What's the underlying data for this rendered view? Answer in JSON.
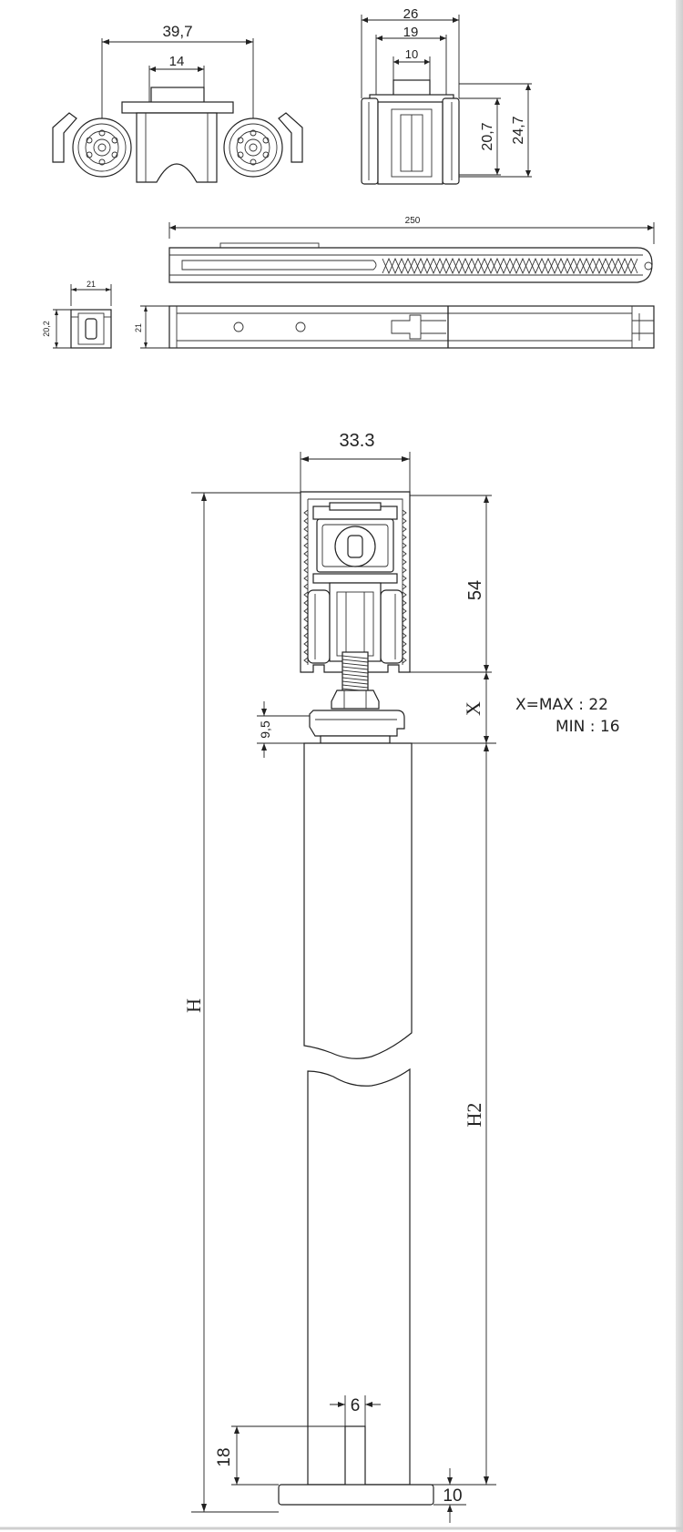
{
  "top_views": {
    "front": {
      "dim_width": "39,7",
      "dim_center": "14"
    },
    "side": {
      "dim_outer": "26",
      "dim_mid": "19",
      "dim_inner": "10",
      "dim_h1": "20,7",
      "dim_h2": "24,7"
    },
    "rail": {
      "dim_length": "250"
    },
    "end": {
      "dim_w": "21",
      "dim_h": "20,2"
    },
    "rail_bottom": {
      "dim_h": "21"
    }
  },
  "main_view": {
    "dim_track_width": "33.3",
    "dim_track_height": "54",
    "label_x": "X",
    "note_max": "X=MAX : 22",
    "note_min": "MIN : 16",
    "dim_bracket": "9,5",
    "label_h": "H",
    "label_h2": "H2",
    "dim_guide_width": "6",
    "dim_guide_height": "18",
    "dim_bottom_gap": "10"
  }
}
